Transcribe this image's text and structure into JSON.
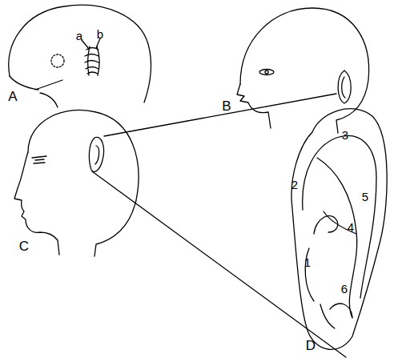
{
  "diagram": {
    "labels": [
      "a",
      "b",
      "A",
      "B",
      "C",
      "1",
      "2",
      "3",
      "4",
      "5",
      "6",
      "D"
    ]
  }
}
